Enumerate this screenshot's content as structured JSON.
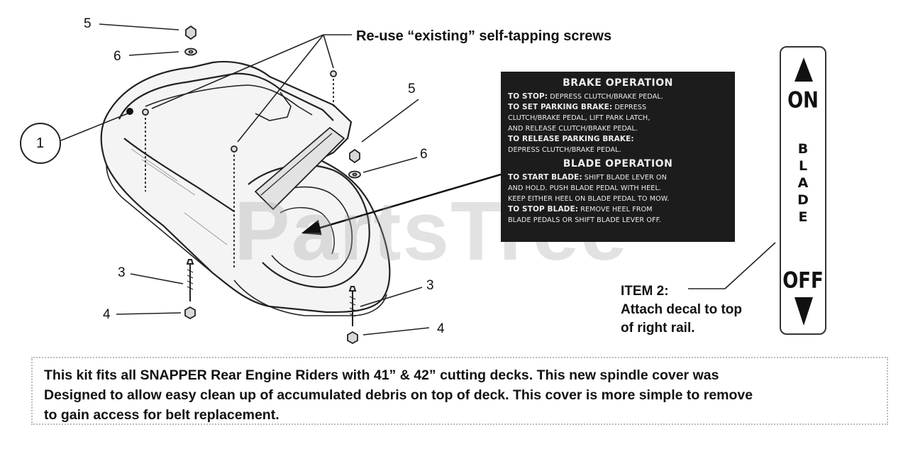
{
  "callouts": {
    "one": "1",
    "three_left": "3",
    "three_right": "3",
    "four_left": "4",
    "four_right": "4",
    "five_top": "5",
    "five_mid": "5",
    "six_top": "6",
    "six_mid": "6"
  },
  "screws_note": "Re-use “existing” self-tapping screws",
  "decal": {
    "brake_heading": "BRAKE OPERATION",
    "brake_lines": [
      {
        "lead": "TO STOP:",
        "text": " DEPRESS CLUTCH/BRAKE PEDAL."
      },
      {
        "lead": "TO SET PARKING BRAKE:",
        "text": " DEPRESS"
      },
      {
        "lead": "",
        "text": "CLUTCH/BRAKE PEDAL, LIFT PARK LATCH,"
      },
      {
        "lead": "",
        "text": "AND RELEASE CLUTCH/BRAKE PEDAL."
      },
      {
        "lead": "TO RELEASE PARKING BRAKE:",
        "text": ""
      },
      {
        "lead": "",
        "text": "DEPRESS CLUTCH/BRAKE PEDAL."
      }
    ],
    "blade_heading": "BLADE OPERATION",
    "blade_lines": [
      {
        "lead": "TO START BLADE:",
        "text": " SHIFT BLADE LEVER ON"
      },
      {
        "lead": "",
        "text": "AND HOLD. PUSH BLADE PEDAL WITH HEEL."
      },
      {
        "lead": "",
        "text": "KEEP EITHER HEEL ON BLADE PEDAL TO MOW."
      },
      {
        "lead": "TO STOP BLADE:",
        "text": " REMOVE HEEL FROM"
      },
      {
        "lead": "",
        "text": "BLADE PEDALS OR SHIFT BLADE LEVER OFF."
      }
    ]
  },
  "item2": {
    "title": "ITEM 2:",
    "line1": "Attach decal to top",
    "line2": "of right rail."
  },
  "rail_decal": {
    "on": "ON",
    "blade_letters": [
      "B",
      "L",
      "A",
      "D",
      "E"
    ],
    "off": "OFF"
  },
  "note": {
    "line1": "This kit fits all SNAPPER Rear Engine Riders with 41” & 42” cutting decks. This new spindle cover was",
    "line2": "Designed to allow easy clean up of accumulated debris on top of deck. This cover is more simple to remove",
    "line3": "to gain access for belt replacement."
  },
  "watermark": "PartsTree"
}
